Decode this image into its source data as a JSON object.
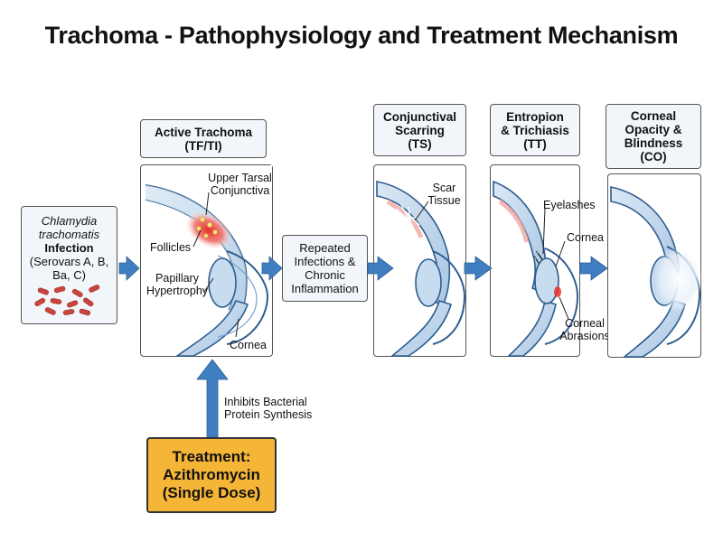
{
  "title": "Trachoma - Pathophysiology and Treatment Mechanism",
  "infection": {
    "line1": "Chlamydia",
    "line2": "trachomatis",
    "line3": "Infection",
    "line4": "(Serovars A, B,",
    "line5": "Ba, C)"
  },
  "stages": {
    "active": {
      "label_line1": "Active Trachoma",
      "label_line2": "(TF/TI)",
      "upper_tarsal_line1": "Upper Tarsal",
      "upper_tarsal_line2": "Conjunctiva",
      "follicles": "Follicles",
      "papillary_line1": "Papillary",
      "papillary_line2": "Hypertrophy",
      "cornea": "Cornea"
    },
    "repeated": {
      "line1": "Repeated",
      "line2": "Infections &",
      "line3": "Chronic",
      "line4": "Inflammation"
    },
    "scarring": {
      "label_line1": "Conjunctival",
      "label_line2": "Scarring",
      "label_line3": "(TS)",
      "scar_line1": "Scar",
      "scar_line2": "Tissue"
    },
    "entropion": {
      "label_line1": "Entropion",
      "label_line2": "& Trichiasis",
      "label_line3": "(TT)",
      "eyelashes": "Eyelashes",
      "cornea": "Cornea",
      "abrasions_line1": "Corneal",
      "abrasions_line2": "Abrasions"
    },
    "opacity": {
      "label_line1": "Corneal",
      "label_line2": "Opacity &",
      "label_line3": "Blindness",
      "label_line4": "(CO)"
    }
  },
  "treatment": {
    "line1": "Treatment:",
    "line2": "Azithromycin",
    "line3": "(Single Dose)",
    "mechanism_line1": "Inhibits Bacterial",
    "mechanism_line2": "Protein Synthesis"
  },
  "colors": {
    "arrow_blue": "#3f7fc1",
    "treatment_orange": "#f5b537",
    "bacteria_red": "#c9453d",
    "eye_blue": "#c8dcef"
  }
}
